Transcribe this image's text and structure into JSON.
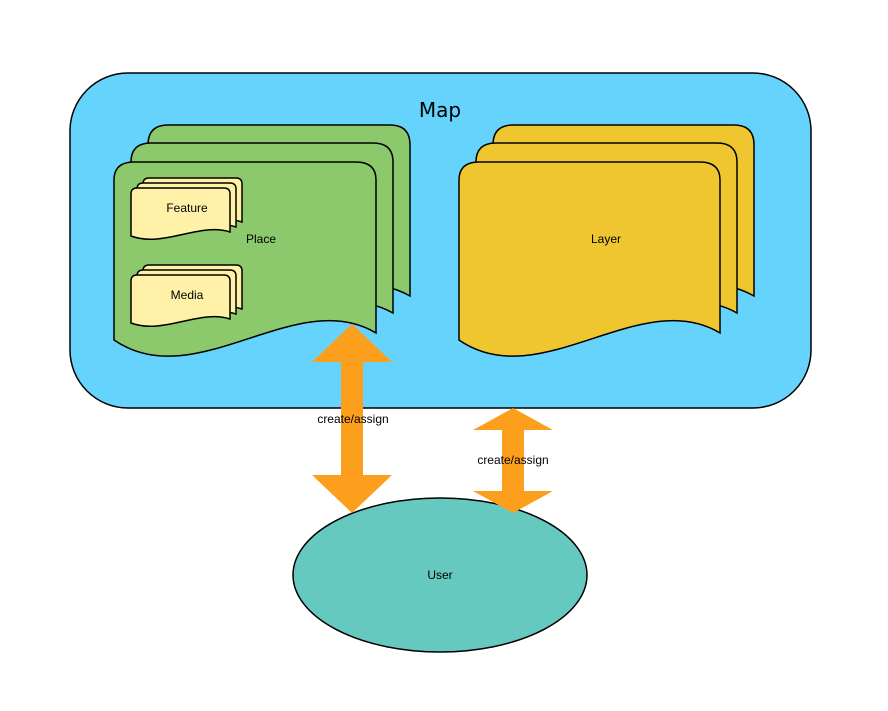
{
  "diagram": {
    "map_label": "Map",
    "place_label": "Place",
    "feature_label": "Feature",
    "media_label": "Media",
    "layer_label": "Layer",
    "user_label": "User",
    "arrow_left_label": "create/assign",
    "arrow_right_label": "create/assign"
  },
  "colors": {
    "map_fill": "#66d3fd",
    "place_fill": "#8cc86c",
    "doc_fill": "#fff2a8",
    "layer_fill": "#f0c630",
    "arrow_fill": "#fb9f1c",
    "user_fill": "#66c9bf"
  }
}
